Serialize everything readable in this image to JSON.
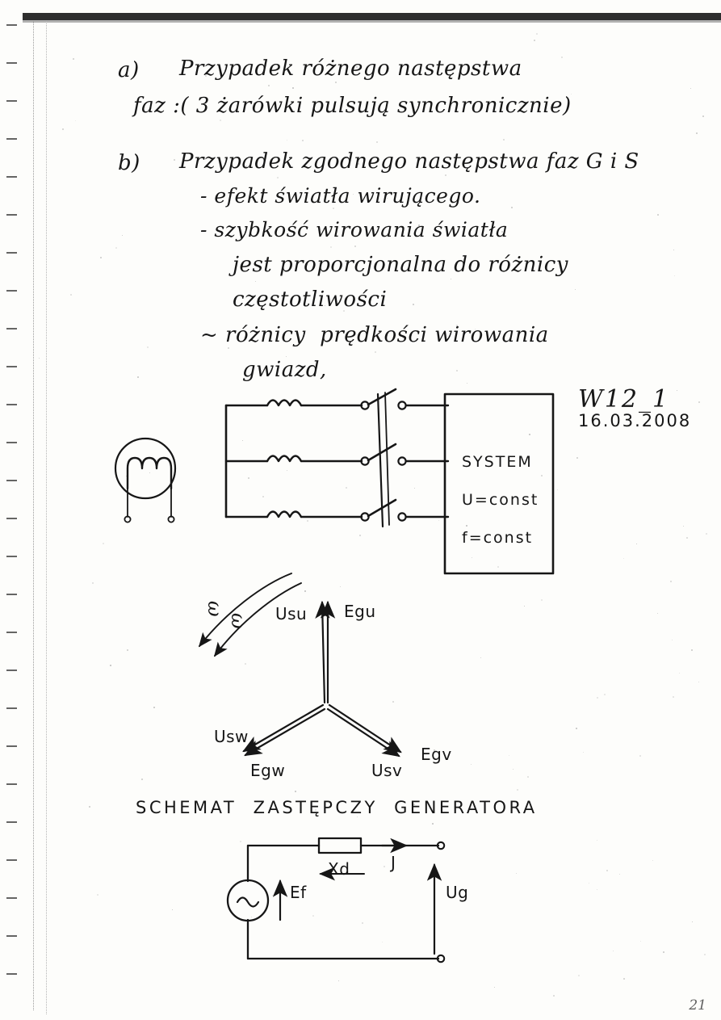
{
  "document": {
    "kind": "handwritten-lecture-notes",
    "language": "pl",
    "header_code": "W12_1",
    "header_date": "16.03.2008",
    "page_corner_mark": "21"
  },
  "notes": {
    "section_a": {
      "marker": "a)",
      "lines": [
        "Przypadek różnego następstwa",
        "faz :( 3 żarówki pulsują synchronicznie)"
      ]
    },
    "section_b": {
      "marker": "b)",
      "lines": [
        "Przypadek zgodnego następstwa faz G i S"
      ],
      "bullets": [
        "- efekt światła wirującego.",
        "- szybkość wirowania światła"
      ],
      "continuation": [
        "jest proporcjonalna do różnicy",
        "częstotliwości"
      ],
      "proportional": [
        "~ różnicy  prędkości wirowania",
        "gwiazd,"
      ]
    }
  },
  "circuit_diagram": {
    "name": "generator-to-system-connection",
    "system_box": {
      "title": "SYSTEM",
      "line_voltage": "U=const",
      "line_frequency": "f=const"
    },
    "phase_count": 3,
    "elements": [
      "generator-winding-circle",
      "phase-inductor-coil",
      "three-pole-switch",
      "system-terminal"
    ]
  },
  "phasor_diagram": {
    "name": "rotating-star-phasors",
    "rotation_labels": [
      "ω",
      "ω"
    ],
    "branches": [
      {
        "direction": "up",
        "system_label": "Usu",
        "generator_label": "Egu"
      },
      {
        "direction": "lower-left",
        "system_label": "Usw",
        "generator_label": "Egw"
      },
      {
        "direction": "lower-right",
        "system_label": "Usv",
        "generator_label": "Egv"
      }
    ]
  },
  "equivalent_circuit": {
    "caption": "SCHEMAT  ZASTĘPCZY  GENERATORA",
    "source_symbol": "~",
    "emf_label": "Ef",
    "reactance_label": "Xd",
    "current_label": "J",
    "terminal_voltage_label": "Ug"
  }
}
